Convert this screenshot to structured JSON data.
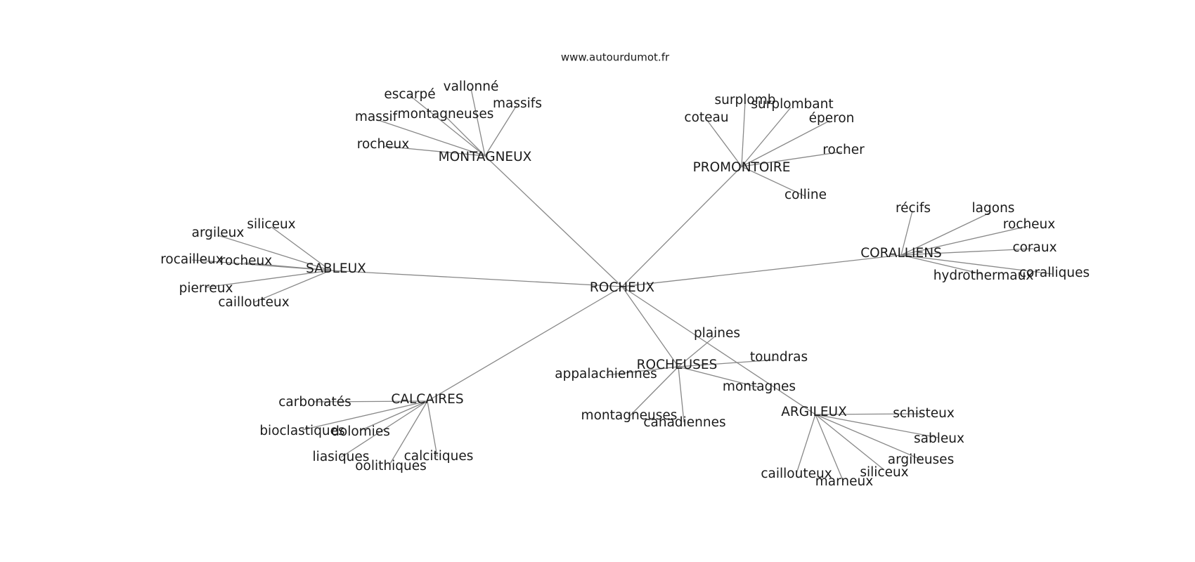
{
  "source": "www.autourdumot.fr",
  "graph": {
    "nodes": [
      {
        "id": "rocheux_center",
        "label": "ROCHEUX",
        "hub": true
      },
      {
        "id": "montagneux",
        "label": "MONTAGNEUX",
        "hub": true
      },
      {
        "id": "promontoire",
        "label": "PROMONTOIRE",
        "hub": true
      },
      {
        "id": "coralliens",
        "label": "CORALLIENS",
        "hub": true
      },
      {
        "id": "sableux",
        "label": "SABLEUX",
        "hub": true
      },
      {
        "id": "calcaires",
        "label": "CALCAIRES",
        "hub": true
      },
      {
        "id": "rocheuses",
        "label": "ROCHEUSES",
        "hub": true
      },
      {
        "id": "argileux",
        "label": "ARGILEUX",
        "hub": true
      },
      {
        "id": "m_escarpe",
        "label": "escarpé"
      },
      {
        "id": "m_vallonne",
        "label": "vallonné"
      },
      {
        "id": "m_massifs",
        "label": "massifs"
      },
      {
        "id": "m_massif",
        "label": "massif"
      },
      {
        "id": "m_montagneuses",
        "label": "montagneuses"
      },
      {
        "id": "m_rocheux",
        "label": "rocheux"
      },
      {
        "id": "p_surplomb",
        "label": "surplomb"
      },
      {
        "id": "p_surplombant",
        "label": "surplombant"
      },
      {
        "id": "p_coteau",
        "label": "coteau"
      },
      {
        "id": "p_eperon",
        "label": "éperon"
      },
      {
        "id": "p_rocher",
        "label": "rocher"
      },
      {
        "id": "p_colline",
        "label": "colline"
      },
      {
        "id": "c_recifs",
        "label": "récifs"
      },
      {
        "id": "c_lagons",
        "label": "lagons"
      },
      {
        "id": "c_rocheux",
        "label": "rocheux"
      },
      {
        "id": "c_coraux",
        "label": "coraux"
      },
      {
        "id": "c_coralliques",
        "label": "coralliques"
      },
      {
        "id": "c_hydrothermaux",
        "label": "hydrothermaux"
      },
      {
        "id": "s_siliceux",
        "label": "siliceux"
      },
      {
        "id": "s_argileux",
        "label": "argileux"
      },
      {
        "id": "s_rocailleux",
        "label": "rocailleux"
      },
      {
        "id": "s_rocheux",
        "label": "rocheux"
      },
      {
        "id": "s_pierreux",
        "label": "pierreux"
      },
      {
        "id": "s_caillouteux",
        "label": "caillouteux"
      },
      {
        "id": "k_carbonates",
        "label": "carbonatés"
      },
      {
        "id": "k_bioclastiques",
        "label": "bioclastiques"
      },
      {
        "id": "k_dolomies",
        "label": "dolomies"
      },
      {
        "id": "k_liasiques",
        "label": "liasiques"
      },
      {
        "id": "k_oolithiques",
        "label": "oolithiques"
      },
      {
        "id": "k_calcitiques",
        "label": "calcitiques"
      },
      {
        "id": "r_plaines",
        "label": "plaines"
      },
      {
        "id": "r_toundras",
        "label": "toundras"
      },
      {
        "id": "r_appalachiennes",
        "label": "appalachiennes"
      },
      {
        "id": "r_montagnes",
        "label": "montagnes"
      },
      {
        "id": "r_montagneuses",
        "label": "montagneuses"
      },
      {
        "id": "r_canadiennes",
        "label": "canadiennes"
      },
      {
        "id": "a_schisteux",
        "label": "schisteux"
      },
      {
        "id": "a_sableux",
        "label": "sableux"
      },
      {
        "id": "a_argileuses",
        "label": "argileuses"
      },
      {
        "id": "a_siliceux",
        "label": "siliceux"
      },
      {
        "id": "a_marneux",
        "label": "marneux"
      },
      {
        "id": "a_caillouteux",
        "label": "caillouteux"
      }
    ],
    "edges": [
      [
        "rocheux_center",
        "montagneux"
      ],
      [
        "rocheux_center",
        "promontoire"
      ],
      [
        "rocheux_center",
        "coralliens"
      ],
      [
        "rocheux_center",
        "sableux"
      ],
      [
        "rocheux_center",
        "calcaires"
      ],
      [
        "rocheux_center",
        "rocheuses"
      ],
      [
        "rocheux_center",
        "argileux"
      ],
      [
        "montagneux",
        "m_escarpe"
      ],
      [
        "montagneux",
        "m_vallonne"
      ],
      [
        "montagneux",
        "m_massifs"
      ],
      [
        "montagneux",
        "m_massif"
      ],
      [
        "montagneux",
        "m_montagneuses"
      ],
      [
        "montagneux",
        "m_rocheux"
      ],
      [
        "promontoire",
        "p_surplomb"
      ],
      [
        "promontoire",
        "p_surplombant"
      ],
      [
        "promontoire",
        "p_coteau"
      ],
      [
        "promontoire",
        "p_eperon"
      ],
      [
        "promontoire",
        "p_rocher"
      ],
      [
        "promontoire",
        "p_colline"
      ],
      [
        "coralliens",
        "c_recifs"
      ],
      [
        "coralliens",
        "c_lagons"
      ],
      [
        "coralliens",
        "c_rocheux"
      ],
      [
        "coralliens",
        "c_coraux"
      ],
      [
        "coralliens",
        "c_coralliques"
      ],
      [
        "coralliens",
        "c_hydrothermaux"
      ],
      [
        "sableux",
        "s_siliceux"
      ],
      [
        "sableux",
        "s_argileux"
      ],
      [
        "sableux",
        "s_rocailleux"
      ],
      [
        "sableux",
        "s_rocheux"
      ],
      [
        "sableux",
        "s_pierreux"
      ],
      [
        "sableux",
        "s_caillouteux"
      ],
      [
        "calcaires",
        "k_carbonates"
      ],
      [
        "calcaires",
        "k_bioclastiques"
      ],
      [
        "calcaires",
        "k_dolomies"
      ],
      [
        "calcaires",
        "k_liasiques"
      ],
      [
        "calcaires",
        "k_oolithiques"
      ],
      [
        "calcaires",
        "k_calcitiques"
      ],
      [
        "rocheuses",
        "r_plaines"
      ],
      [
        "rocheuses",
        "r_toundras"
      ],
      [
        "rocheuses",
        "r_appalachiennes"
      ],
      [
        "rocheuses",
        "r_montagnes"
      ],
      [
        "rocheuses",
        "r_montagneuses"
      ],
      [
        "rocheuses",
        "r_canadiennes"
      ],
      [
        "argileux",
        "a_schisteux"
      ],
      [
        "argileux",
        "a_sableux"
      ],
      [
        "argileux",
        "a_argileuses"
      ],
      [
        "argileux",
        "a_siliceux"
      ],
      [
        "argileux",
        "a_marneux"
      ],
      [
        "argileux",
        "a_caillouteux"
      ]
    ]
  },
  "colors": {
    "edge": "#888888",
    "text": "#1a1a1a",
    "background": "#ffffff"
  }
}
